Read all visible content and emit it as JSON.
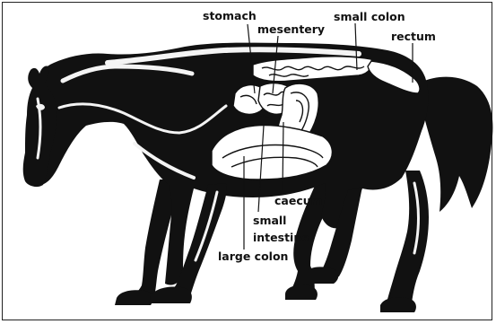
{
  "diagram": {
    "labels": {
      "stomach": "stomach",
      "mesentery": "mesentery",
      "small_colon": "small colon",
      "rectum": "rectum",
      "caecum": "caecum",
      "small_intestine_line1": "small",
      "small_intestine_line2": "intestine",
      "large_colon": "large colon"
    },
    "colors": {
      "ink": "#111111",
      "background": "#ffffff",
      "highlight": "#f4f4f4"
    }
  }
}
